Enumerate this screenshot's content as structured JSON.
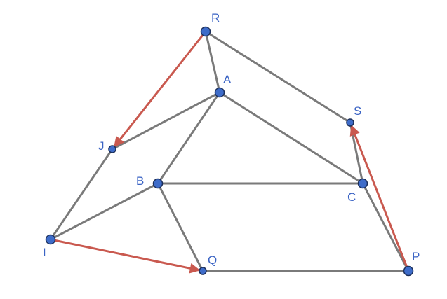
{
  "points": {
    "R": {
      "label": "R"
    },
    "A": {
      "label": "A"
    },
    "S": {
      "label": "S"
    },
    "J": {
      "label": "J"
    },
    "B": {
      "label": "B"
    },
    "C": {
      "label": "C"
    },
    "I": {
      "label": "I"
    },
    "Q": {
      "label": "Q"
    },
    "P": {
      "label": "P"
    }
  },
  "segments": [
    [
      "R",
      "A"
    ],
    [
      "R",
      "S"
    ],
    [
      "S",
      "C"
    ],
    [
      "A",
      "J"
    ],
    [
      "A",
      "B"
    ],
    [
      "A",
      "C"
    ],
    [
      "J",
      "I"
    ],
    [
      "B",
      "C"
    ],
    [
      "B",
      "I"
    ],
    [
      "B",
      "Q"
    ],
    [
      "C",
      "P"
    ],
    [
      "Q",
      "P"
    ]
  ],
  "vectors": [
    [
      "R",
      "J"
    ],
    [
      "I",
      "Q"
    ],
    [
      "P",
      "S"
    ]
  ],
  "colors": {
    "segment": "#7a7a7a",
    "vector": "#c9594f",
    "point": "#3e6cc9",
    "label": "#3a63c4"
  }
}
